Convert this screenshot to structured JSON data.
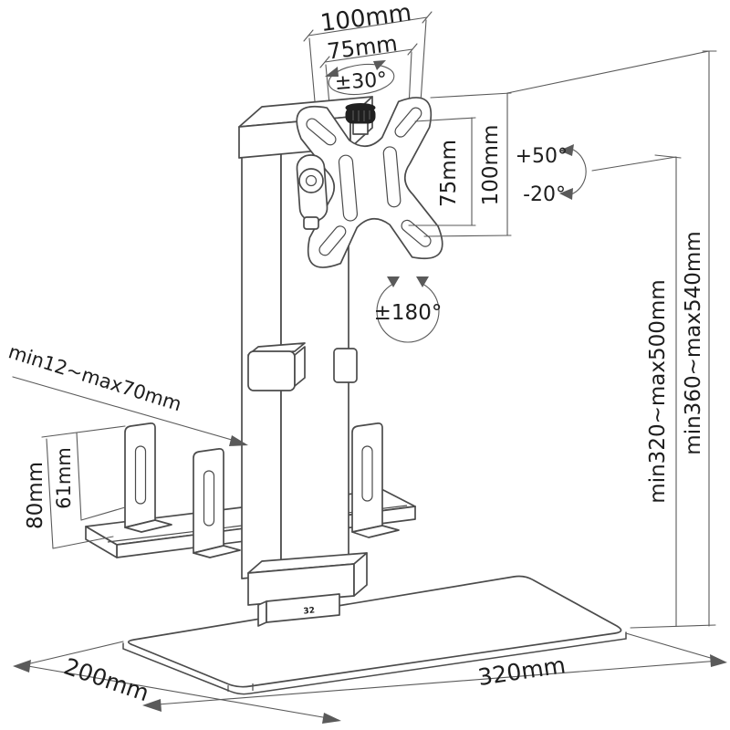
{
  "diagram": {
    "type": "technical-dimension-drawing",
    "product": "monitor-desk-stand-with-laptop-holder",
    "colors": {
      "background": "#ffffff",
      "part_line": "#4b4b4b",
      "dimension_line": "#5a5a5a",
      "text": "#1d1d1d",
      "knob": "#202020"
    },
    "labels": {
      "vesa_width_outer": "100mm",
      "vesa_width_inner": "75mm",
      "rotate_range": "±30°",
      "tilt_up": "+50°",
      "tilt_down": "-20°",
      "vesa_height_inner": "75mm",
      "vesa_height_outer": "100mm",
      "swivel_range": "±180°",
      "clamp_range": "min12~max70mm",
      "holder_height_outer": "80mm",
      "holder_height_inner": "61mm",
      "height_range_inner": "min320~max500mm",
      "height_range_outer": "min360~max540mm",
      "base_depth": "200mm",
      "base_width": "320mm",
      "pole_marking": "32"
    }
  }
}
